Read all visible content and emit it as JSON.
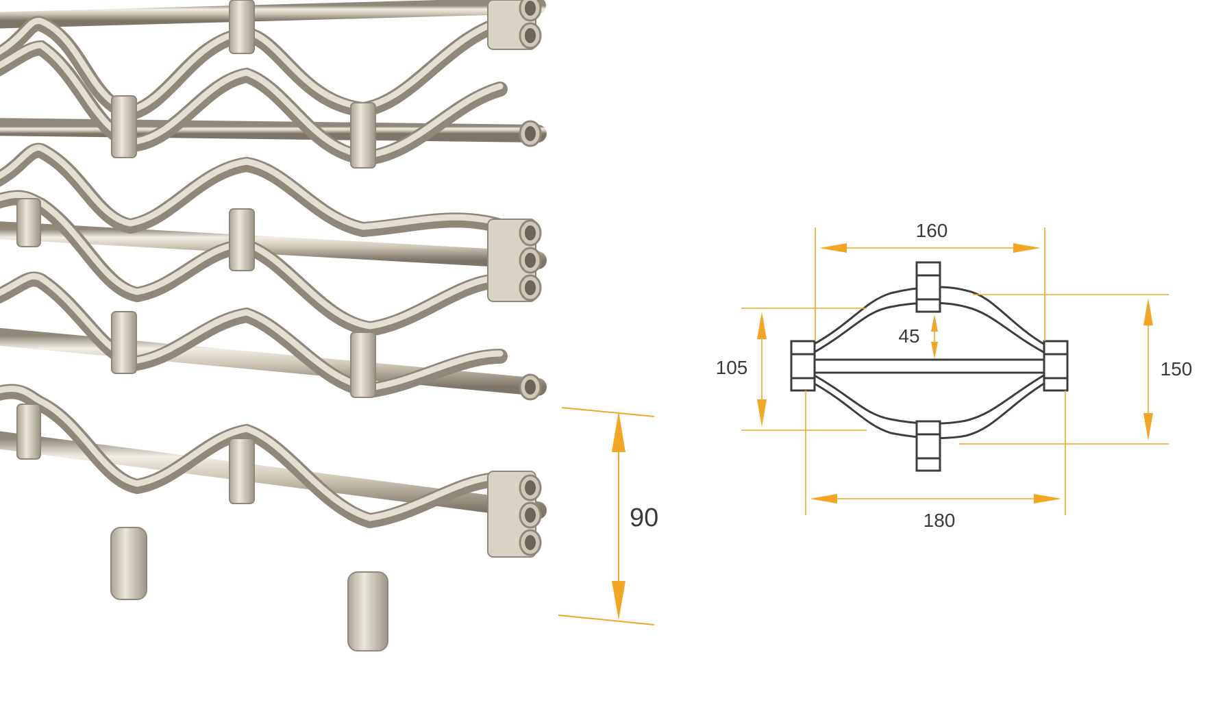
{
  "colors": {
    "background": "#ffffff",
    "dimension": "#f2a623",
    "outline": "#3d3d3d",
    "metal_base": "#cfc8b8",
    "metal_light": "#f1ede3",
    "metal_dark": "#8f887a",
    "text": "#3a3a3a"
  },
  "mesh_dimension": {
    "label": "90"
  },
  "section_dimensions": {
    "top_width": "160",
    "bottom_width": "180",
    "left_height": "105",
    "right_height": "150",
    "inner_gap": "45"
  }
}
